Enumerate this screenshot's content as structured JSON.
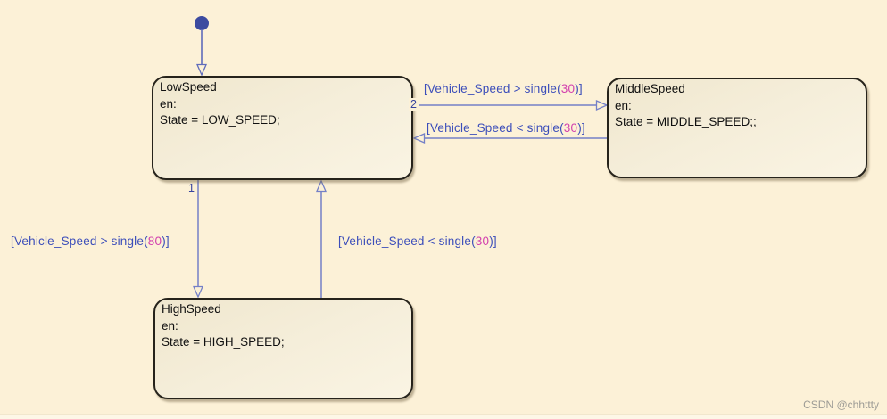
{
  "diagram": {
    "type": "stateflow-state-machine",
    "colors": {
      "canvas": "#fcf1d7",
      "state_fill_top": "#f0e7ce",
      "state_fill_bottom": "#faf4e3",
      "state_border": "#26231b",
      "transition_line": "#7480c7",
      "condition_text": "#3c4eba",
      "condition_number": "#d23fae",
      "order_label": "#38449e",
      "initial_dot": "#3c4ba0",
      "watermark": "#9c9b95"
    }
  },
  "states": [
    {
      "id": "LowSpeed",
      "title": "LowSpeed",
      "entry_label": "en:",
      "action": "State = LOW_SPEED;"
    },
    {
      "id": "MiddleSpeed",
      "title": "MiddleSpeed",
      "entry_label": "en:",
      "action": "State = MIDDLE_SPEED;;"
    },
    {
      "id": "HighSpeed",
      "title": "HighSpeed",
      "entry_label": "en:",
      "action": "State = HIGH_SPEED;"
    }
  ],
  "transitions": [
    {
      "id": "default-transition",
      "source": "initial",
      "target": "LowSpeed"
    },
    {
      "id": "low-to-middle",
      "source": "LowSpeed",
      "target": "MiddleSpeed",
      "order": "2",
      "condition_prefix": "[Vehicle_Speed > single(",
      "condition_value": "30",
      "condition_suffix": ")]"
    },
    {
      "id": "middle-to-low",
      "source": "MiddleSpeed",
      "target": "LowSpeed",
      "condition_prefix": "[Vehicle_Speed < single(",
      "condition_value": "30",
      "condition_suffix": ")]"
    },
    {
      "id": "low-to-high",
      "source": "LowSpeed",
      "target": "HighSpeed",
      "order": "1",
      "condition_prefix": "[Vehicle_Speed > single(",
      "condition_value": "80",
      "condition_suffix": ")]"
    },
    {
      "id": "high-to-low",
      "source": "HighSpeed",
      "target": "LowSpeed",
      "condition_prefix": "[Vehicle_Speed < single(",
      "condition_value": "30",
      "condition_suffix": ")]"
    }
  ],
  "watermark": "CSDN @chhttty"
}
